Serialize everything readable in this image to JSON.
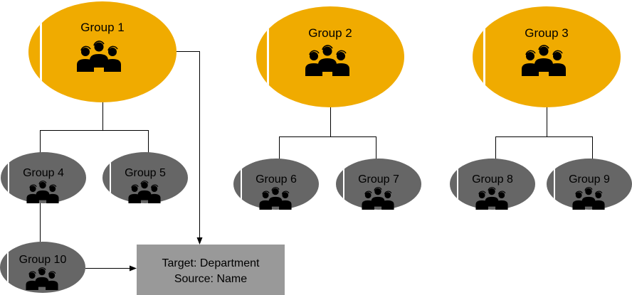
{
  "diagram": {
    "colors": {
      "primary_fill": "#f0ab00",
      "secondary_fill": "#666666",
      "target_fill": "#999999",
      "line": "#000000",
      "stripe": "#ffffff",
      "icon": "#000000"
    },
    "groups": [
      {
        "id": "g1",
        "label": "Group 1",
        "level": "primary"
      },
      {
        "id": "g2",
        "label": "Group 2",
        "level": "primary"
      },
      {
        "id": "g3",
        "label": "Group 3",
        "level": "primary"
      },
      {
        "id": "g4",
        "label": "Group 4",
        "level": "secondary"
      },
      {
        "id": "g5",
        "label": "Group 5",
        "level": "secondary"
      },
      {
        "id": "g6",
        "label": "Group 6",
        "level": "secondary"
      },
      {
        "id": "g7",
        "label": "Group 7",
        "level": "secondary"
      },
      {
        "id": "g8",
        "label": "Group 8",
        "level": "secondary"
      },
      {
        "id": "g9",
        "label": "Group 9",
        "level": "secondary"
      },
      {
        "id": "g10",
        "label": "Group 10",
        "level": "secondary"
      }
    ],
    "target": {
      "line1": "Target: Department",
      "line2": "Source: Name"
    },
    "hierarchy": [
      {
        "parent": "Group 1",
        "children": [
          "Group 4",
          "Group 5"
        ]
      },
      {
        "parent": "Group 2",
        "children": [
          "Group 6",
          "Group 7"
        ]
      },
      {
        "parent": "Group 3",
        "children": [
          "Group 8",
          "Group 9"
        ]
      },
      {
        "parent": "Group 4",
        "children": [
          "Group 10"
        ]
      }
    ],
    "arrows": [
      {
        "from": "Group 1",
        "to": "target"
      },
      {
        "from": "Group 10",
        "to": "target"
      }
    ],
    "icon": "team-headset-icon"
  }
}
